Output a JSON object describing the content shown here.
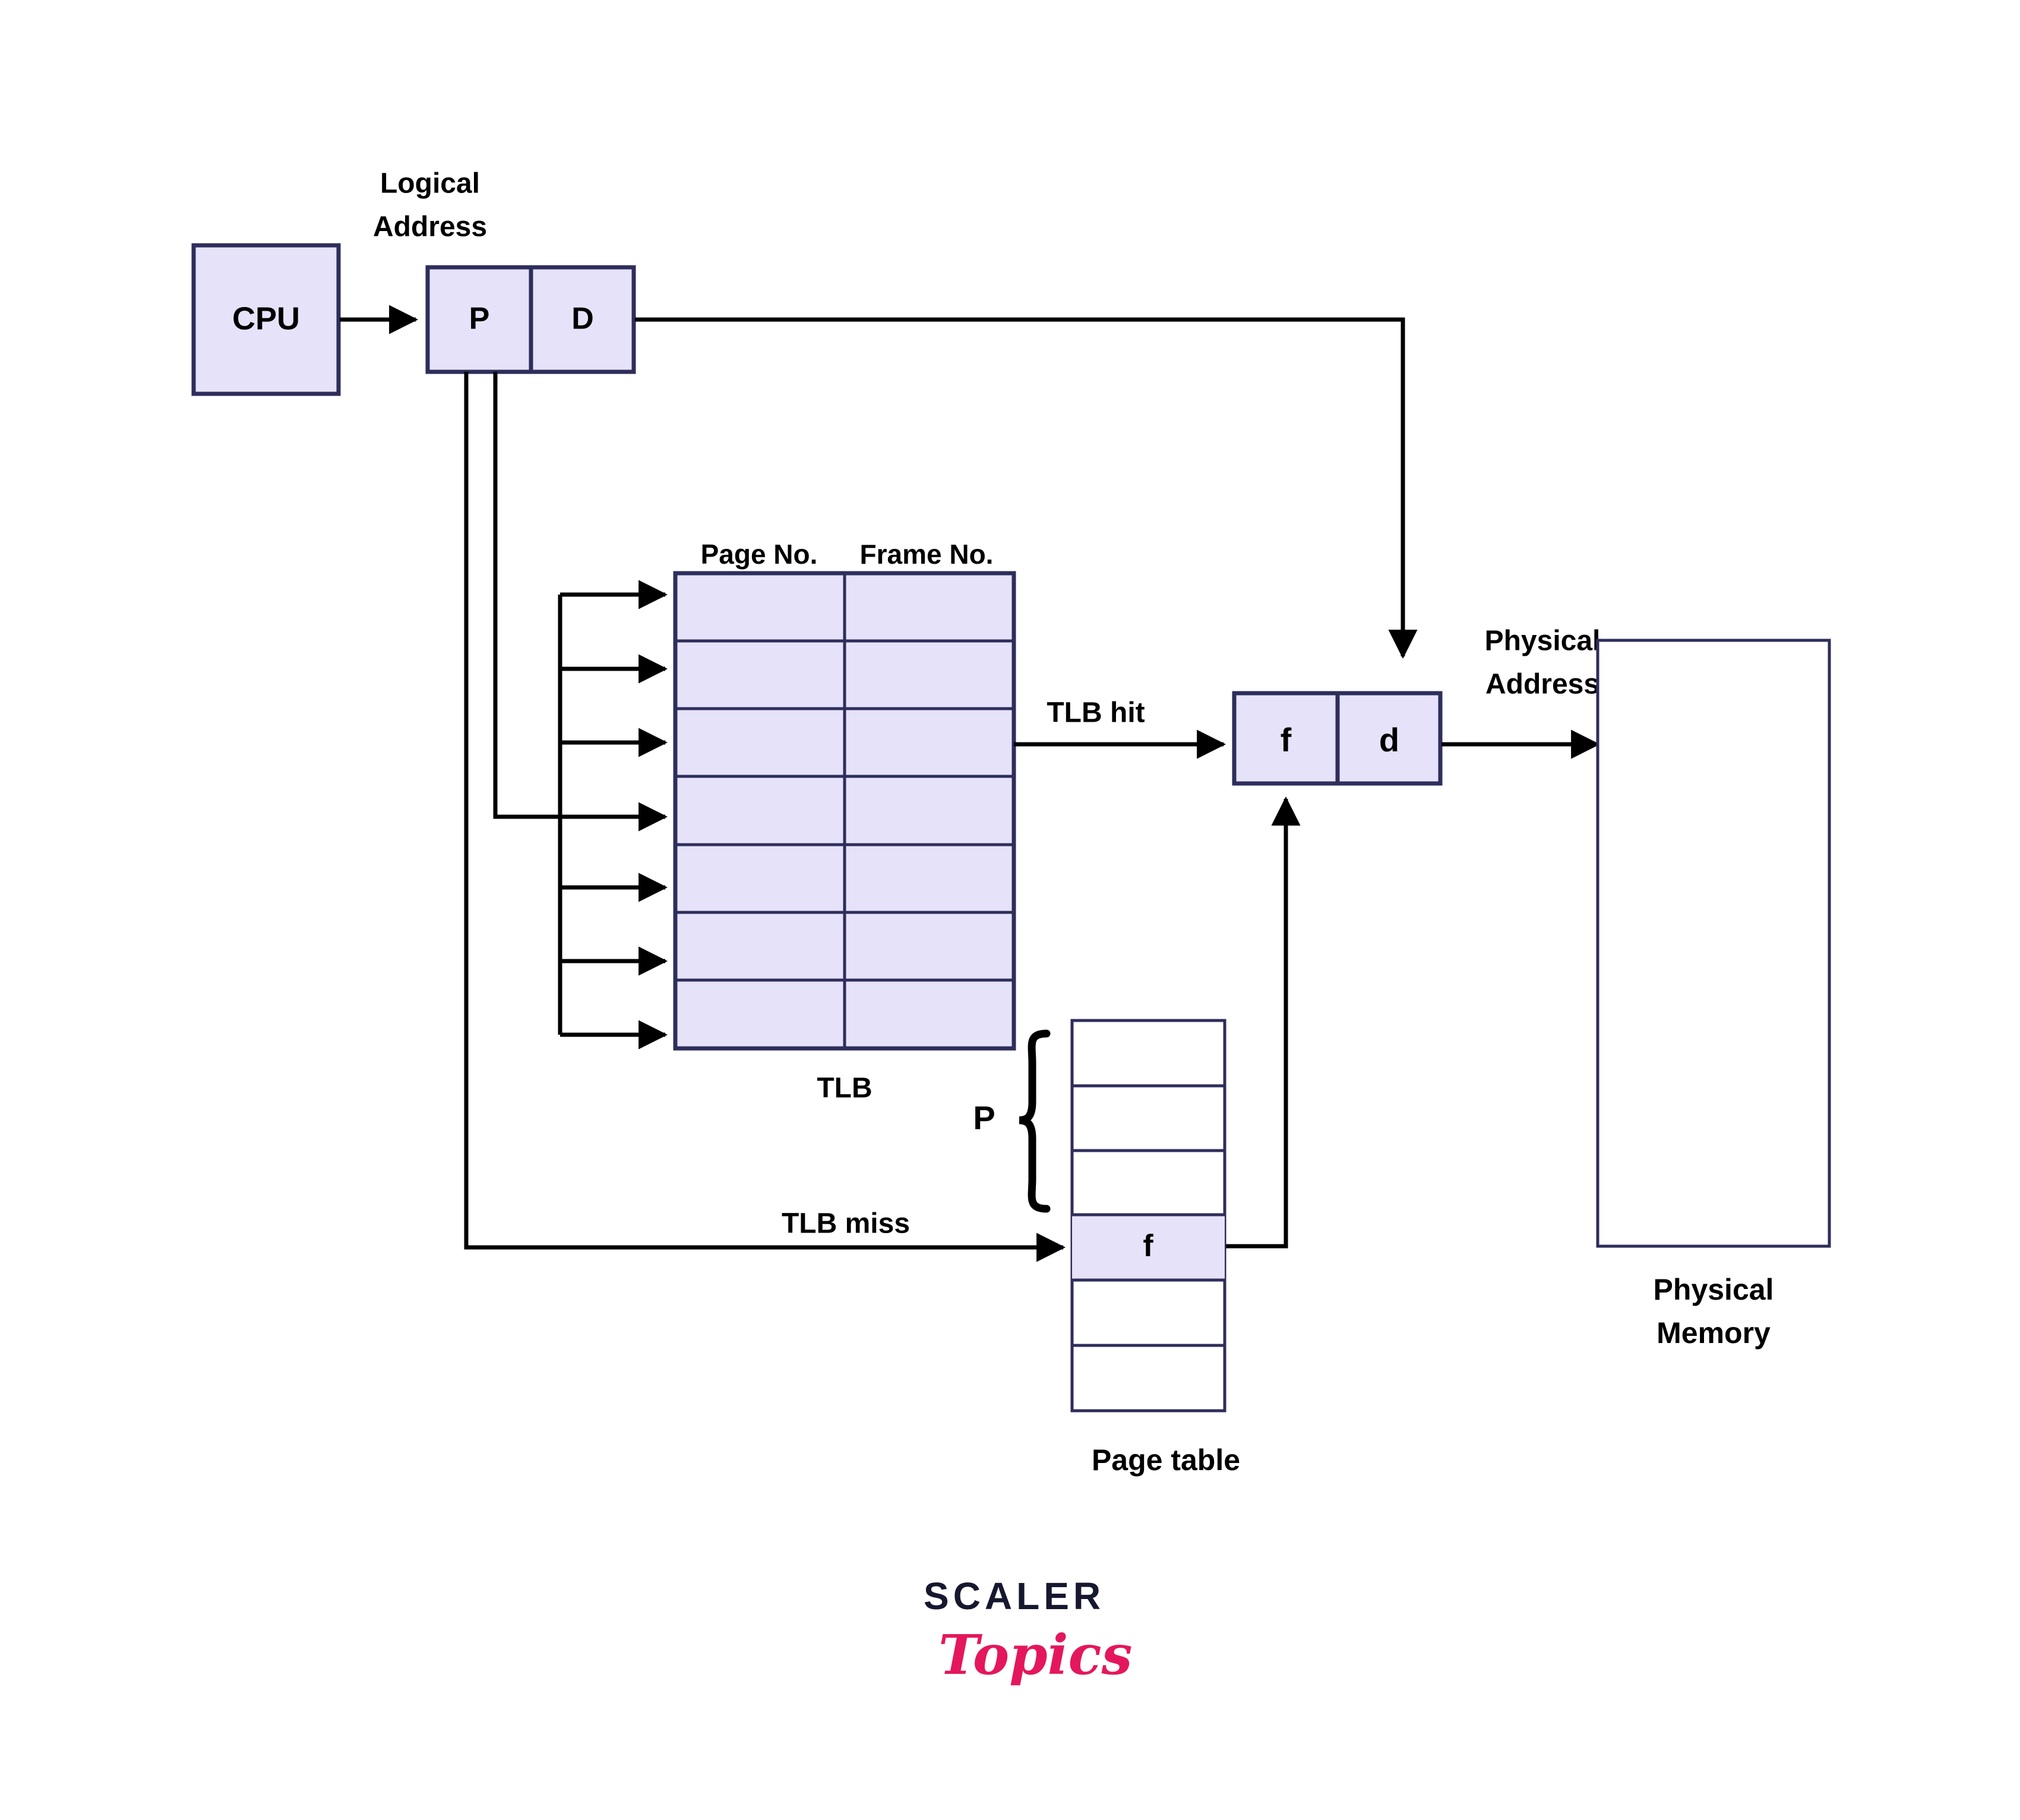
{
  "diagram": {
    "title": "TLB paging address translation",
    "colors": {
      "box_fill": "#e6e2fa",
      "box_stroke": "#2e2e5c",
      "wire": "#000000",
      "logo_dark": "#16182f",
      "logo_pink": "#e4175c",
      "background": "#ffffff"
    },
    "cpu": {
      "label": "CPU"
    },
    "logical_address": {
      "caption_line1": "Logical",
      "caption_line2": "Address",
      "fields": [
        {
          "label": "P"
        },
        {
          "label": "D"
        }
      ]
    },
    "tlb": {
      "caption": "TLB",
      "columns": [
        {
          "header": "Page No."
        },
        {
          "header": "Frame No."
        }
      ],
      "row_count": 7,
      "rows": [
        {
          "page_no": "",
          "frame_no": ""
        },
        {
          "page_no": "",
          "frame_no": ""
        },
        {
          "page_no": "",
          "frame_no": ""
        },
        {
          "page_no": "",
          "frame_no": ""
        },
        {
          "page_no": "",
          "frame_no": ""
        },
        {
          "page_no": "",
          "frame_no": ""
        },
        {
          "page_no": "",
          "frame_no": ""
        }
      ]
    },
    "edges": {
      "tlb_hit": "TLB hit",
      "tlb_miss": "TLB miss"
    },
    "physical_address": {
      "caption_line1": "Physical",
      "caption_line2": "Address",
      "fields": [
        {
          "label": "f"
        },
        {
          "label": "d"
        }
      ]
    },
    "page_table": {
      "caption": "Page table",
      "index_label": "P",
      "row_count": 6,
      "rows": [
        {
          "value": "",
          "highlighted": false
        },
        {
          "value": "",
          "highlighted": false
        },
        {
          "value": "",
          "highlighted": false
        },
        {
          "value": "f",
          "highlighted": true
        },
        {
          "value": "",
          "highlighted": false
        },
        {
          "value": "",
          "highlighted": false
        }
      ]
    },
    "physical_memory": {
      "caption_line1": "Physical",
      "caption_line2": "Memory"
    }
  },
  "logo": {
    "word_mark": "SCALER",
    "script_mark": "Topics"
  }
}
